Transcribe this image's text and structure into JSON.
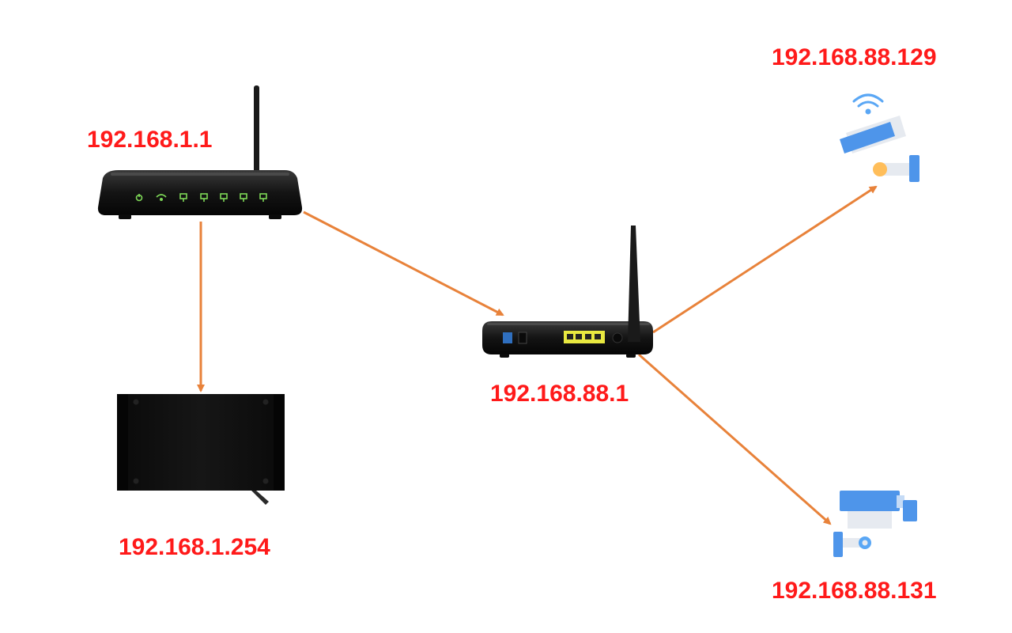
{
  "diagram": {
    "label_color": "#ff1a1a",
    "link_color": "#e8823a",
    "nodes": [
      {
        "id": "main-router",
        "ip": "192.168.1.1",
        "icon": "router-icon"
      },
      {
        "id": "storage-box",
        "ip": "192.168.1.254",
        "icon": "storage-box-icon"
      },
      {
        "id": "secondary-router",
        "ip": "192.168.88.1",
        "icon": "router-icon"
      },
      {
        "id": "wifi-camera",
        "ip": "192.168.88.129",
        "icon": "wifi-camera-icon"
      },
      {
        "id": "wired-camera",
        "ip": "192.168.88.131",
        "icon": "security-camera-icon"
      }
    ]
  }
}
